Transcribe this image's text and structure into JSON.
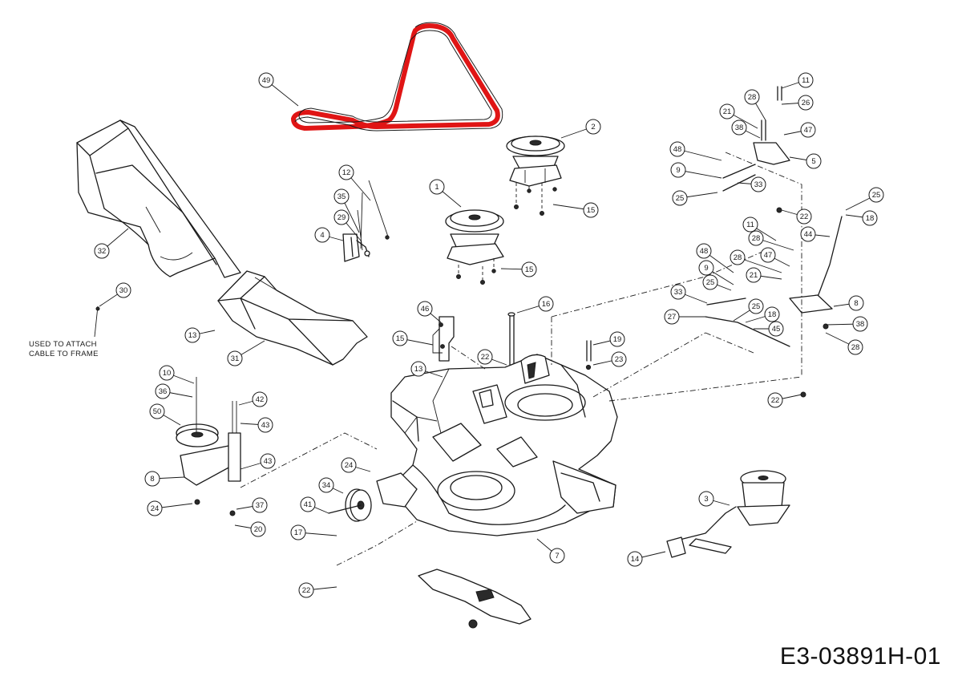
{
  "document_number": "E3-03891H-01",
  "note": [
    "USED TO ATTACH",
    "CABLE TO FRAME"
  ],
  "highlight_color": "#e01515",
  "highlighted_part": "49",
  "callouts": [
    "49",
    "2",
    "1",
    "15",
    "15",
    "12",
    "35",
    "29",
    "4",
    "32",
    "30",
    "13",
    "31",
    "46",
    "15",
    "16",
    "22",
    "13",
    "19",
    "23",
    "10",
    "36",
    "50",
    "42",
    "43",
    "43",
    "8",
    "24",
    "37",
    "20",
    "24",
    "34",
    "41",
    "17",
    "22",
    "7",
    "3",
    "14",
    "11",
    "28",
    "21",
    "26",
    "38",
    "47",
    "5",
    "48",
    "9",
    "33",
    "25",
    "22",
    "25",
    "18",
    "44",
    "11",
    "28",
    "28",
    "47",
    "21",
    "48",
    "9",
    "25",
    "33",
    "27",
    "25",
    "18",
    "45",
    "8",
    "38",
    "28",
    "22"
  ]
}
